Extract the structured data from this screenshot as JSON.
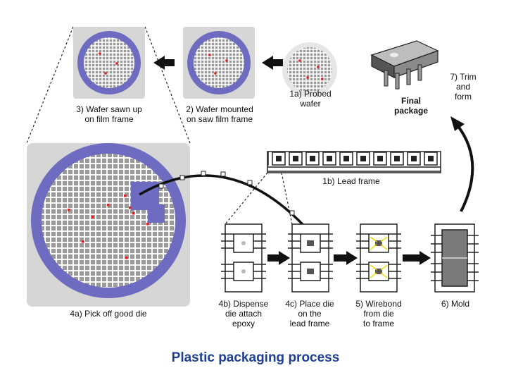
{
  "title": "Plastic packaging process",
  "steps": {
    "probed_wafer": {
      "line1": "1a) Probed",
      "line2": "wafer"
    },
    "lead_frame": {
      "label": "1b) Lead frame"
    },
    "wafer_mounted": {
      "line1": "2) Wafer mounted",
      "line2": "on saw film frame"
    },
    "wafer_sawn": {
      "line1": "3) Wafer sawn up",
      "line2": "on film frame"
    },
    "pick_die": {
      "label": "4a) Pick off good die"
    },
    "dispense": {
      "line1": "4b) Dispense",
      "line2": "die attach",
      "line3": "epoxy"
    },
    "place_die": {
      "line1": "4c) Place die",
      "line2": "on the",
      "line3": "lead frame"
    },
    "wirebond": {
      "line1": "5) Wirebond",
      "line2": "from die",
      "line3": "to frame"
    },
    "mold": {
      "label": "6) Mold"
    },
    "trim_form": {
      "line1": "7) Trim",
      "line2": "and",
      "line3": "form"
    },
    "final_package": {
      "line1": "Final",
      "line2": "package"
    }
  },
  "colors": {
    "wafer_ring": "#6e6cc0",
    "panel_bg": "#d6d6d6",
    "grid_cell": "#9a9a9a",
    "bad_die": "#e02020",
    "title": "#1f3f93",
    "wire": "#f2e000",
    "arrow": "#111111"
  }
}
